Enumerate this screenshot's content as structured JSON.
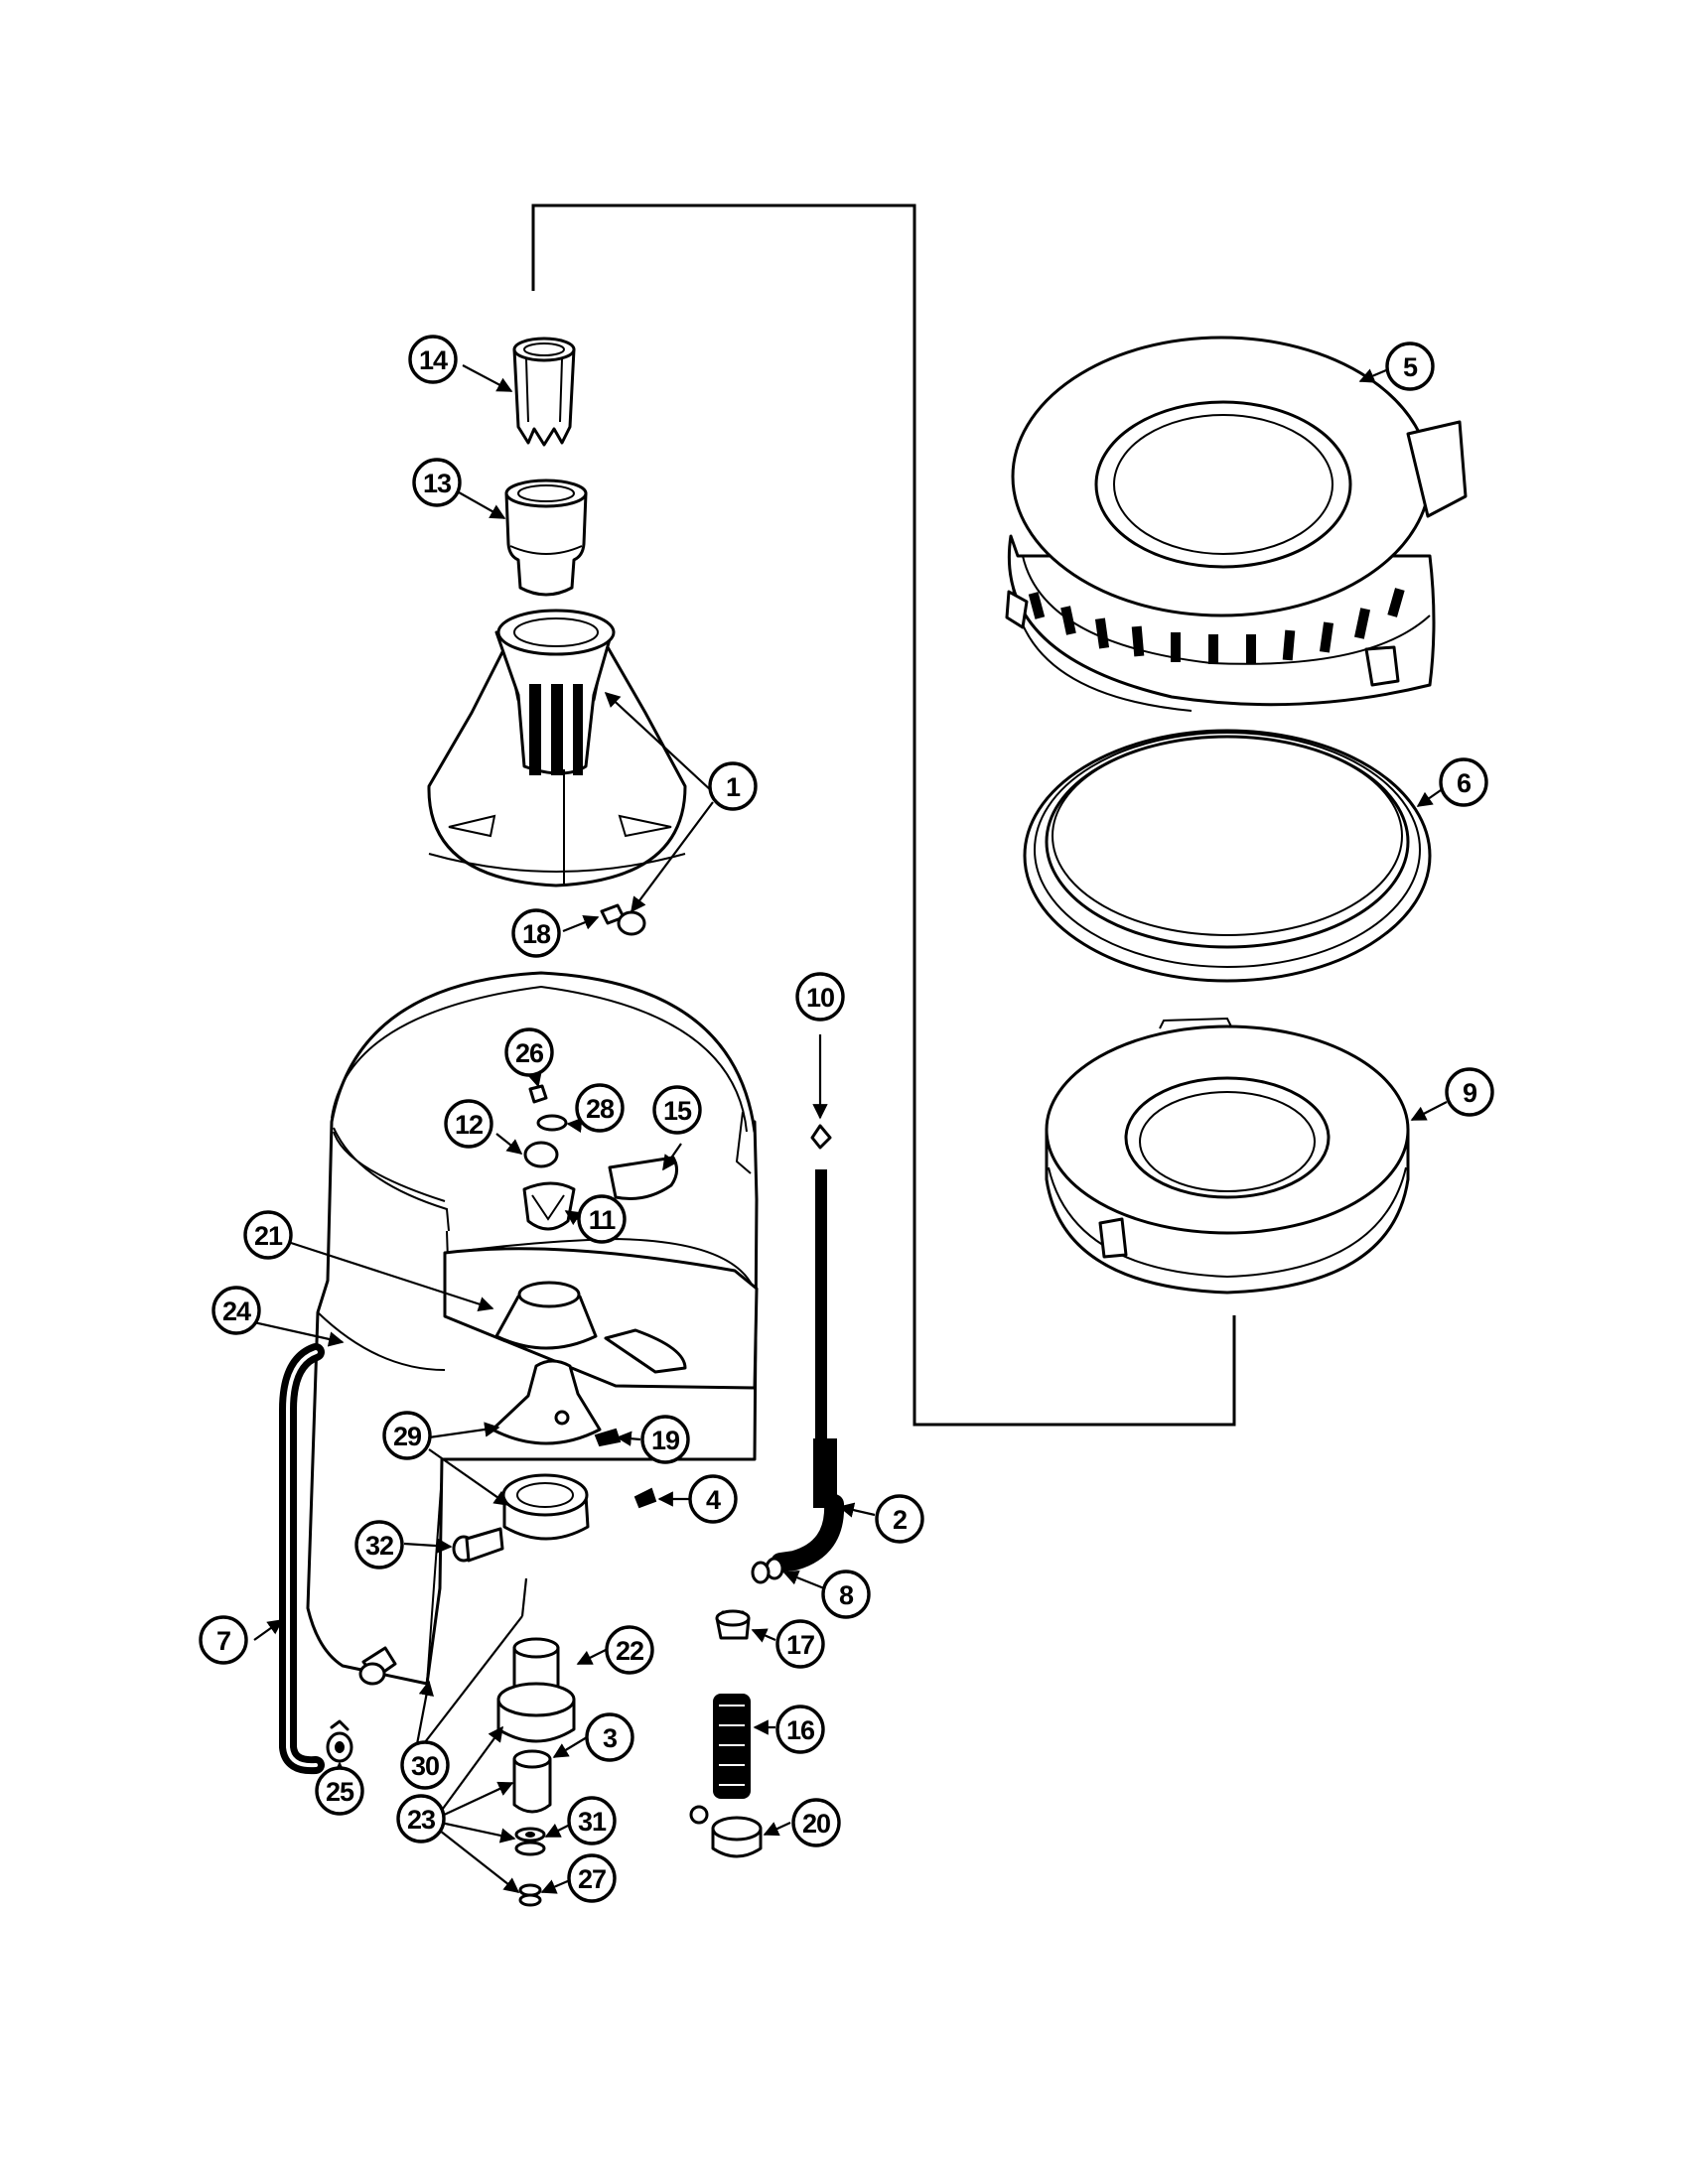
{
  "diagram": {
    "colors": {
      "ink": "#000000",
      "paper": "#ffffff"
    },
    "callouts": [
      {
        "key": "c1",
        "label": "1"
      },
      {
        "key": "c2",
        "label": "2"
      },
      {
        "key": "c3",
        "label": "3"
      },
      {
        "key": "c4",
        "label": "4"
      },
      {
        "key": "c5",
        "label": "5"
      },
      {
        "key": "c6",
        "label": "6"
      },
      {
        "key": "c7",
        "label": "7"
      },
      {
        "key": "c8",
        "label": "8"
      },
      {
        "key": "c9",
        "label": "9"
      },
      {
        "key": "c10",
        "label": "10"
      },
      {
        "key": "c11",
        "label": "11"
      },
      {
        "key": "c12",
        "label": "12"
      },
      {
        "key": "c13",
        "label": "13"
      },
      {
        "key": "c14",
        "label": "14"
      },
      {
        "key": "c15",
        "label": "15"
      },
      {
        "key": "c16",
        "label": "16"
      },
      {
        "key": "c17",
        "label": "17"
      },
      {
        "key": "c18",
        "label": "18"
      },
      {
        "key": "c19",
        "label": "19"
      },
      {
        "key": "c20",
        "label": "20"
      },
      {
        "key": "c21",
        "label": "21"
      },
      {
        "key": "c22",
        "label": "22"
      },
      {
        "key": "c23",
        "label": "23"
      },
      {
        "key": "c24",
        "label": "24"
      },
      {
        "key": "c25",
        "label": "25"
      },
      {
        "key": "c26",
        "label": "26"
      },
      {
        "key": "c27",
        "label": "27"
      },
      {
        "key": "c28",
        "label": "28"
      },
      {
        "key": "c29",
        "label": "29"
      },
      {
        "key": "c30",
        "label": "30"
      },
      {
        "key": "c31",
        "label": "31"
      },
      {
        "key": "c32",
        "label": "32"
      }
    ]
  }
}
